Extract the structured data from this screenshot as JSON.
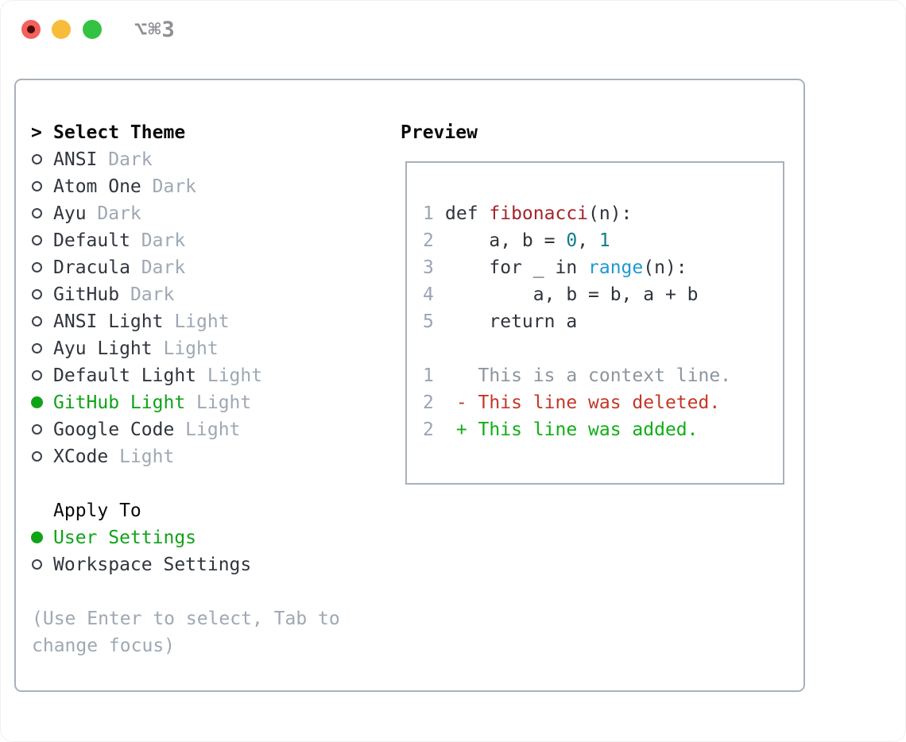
{
  "titlebar": {
    "title": "⌥⌘3",
    "buttons": [
      "close",
      "minimize",
      "zoom"
    ]
  },
  "colors": {
    "selected_green": "#10a317",
    "added_green": "#0fae15",
    "deleted_red": "#c53727",
    "function_red": "#a6242a",
    "number_teal": "#0e7d8a",
    "builtin_blue": "#1b9ad2",
    "muted_gray": "#9ea8b3",
    "text_dark": "#30353d",
    "border_gray": "#a9b1ba",
    "traffic_red": "#f4605a",
    "traffic_yellow": "#f7bd3a",
    "traffic_green": "#33c244"
  },
  "select_theme": {
    "prompt": ">",
    "header": "Select Theme",
    "items": [
      {
        "name": "ANSI",
        "tag": "Dark",
        "selected": false
      },
      {
        "name": "Atom One",
        "tag": "Dark",
        "selected": false
      },
      {
        "name": "Ayu",
        "tag": "Dark",
        "selected": false
      },
      {
        "name": "Default",
        "tag": "Dark",
        "selected": false
      },
      {
        "name": "Dracula",
        "tag": "Dark",
        "selected": false
      },
      {
        "name": "GitHub",
        "tag": "Dark",
        "selected": false
      },
      {
        "name": "ANSI Light",
        "tag": "Light",
        "selected": false
      },
      {
        "name": "Ayu Light",
        "tag": "Light",
        "selected": false
      },
      {
        "name": "Default Light",
        "tag": "Light",
        "selected": false
      },
      {
        "name": "GitHub Light",
        "tag": "Light",
        "selected": true
      },
      {
        "name": "Google Code",
        "tag": "Light",
        "selected": false
      },
      {
        "name": "XCode",
        "tag": "Light",
        "selected": false
      }
    ]
  },
  "apply_to": {
    "header": "Apply To",
    "items": [
      {
        "name": "User Settings",
        "selected": true
      },
      {
        "name": "Workspace Settings",
        "selected": false
      }
    ]
  },
  "help_text": "(Use Enter to select, Tab to change focus)",
  "preview": {
    "header": "Preview",
    "code_lines": [
      {
        "ln": "1",
        "segments": [
          {
            "text": "def ",
            "color": "fg"
          },
          {
            "text": "fibonacci",
            "color": "red-dark"
          },
          {
            "text": "(n):",
            "color": "fg"
          }
        ]
      },
      {
        "ln": "2",
        "segments": [
          {
            "text": "    a, b = ",
            "color": "fg"
          },
          {
            "text": "0",
            "color": "teal"
          },
          {
            "text": ", ",
            "color": "fg"
          },
          {
            "text": "1",
            "color": "teal"
          }
        ]
      },
      {
        "ln": "3",
        "segments": [
          {
            "text": "    for _ in ",
            "color": "fg"
          },
          {
            "text": "range",
            "color": "blue"
          },
          {
            "text": "(n):",
            "color": "fg"
          }
        ]
      },
      {
        "ln": "4",
        "segments": [
          {
            "text": "        a, b = b, a + b",
            "color": "fg"
          }
        ]
      },
      {
        "ln": "5",
        "segments": [
          {
            "text": "    return a",
            "color": "fg"
          }
        ]
      },
      {
        "ln": "",
        "segments": []
      },
      {
        "ln": "1",
        "segments": [
          {
            "text": "   This is a context line.",
            "color": "gray"
          }
        ]
      },
      {
        "ln": "2",
        "segments": [
          {
            "text": " - This line was deleted.",
            "color": "red"
          }
        ]
      },
      {
        "ln": "2",
        "segments": [
          {
            "text": " + This line was added.",
            "color": "green"
          }
        ]
      }
    ]
  }
}
